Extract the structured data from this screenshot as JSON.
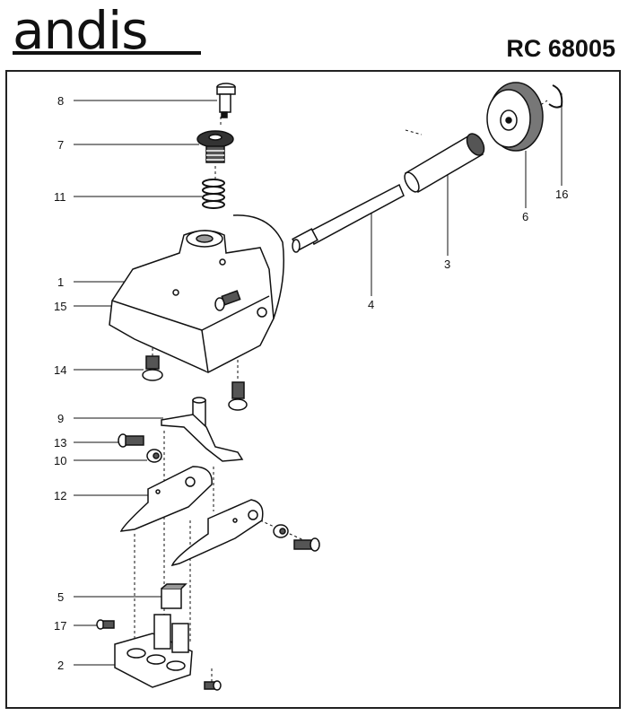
{
  "header": {
    "brand": "andis",
    "model": "RC 68005"
  },
  "callouts": [
    {
      "id": "8",
      "label": "8"
    },
    {
      "id": "7",
      "label": "7"
    },
    {
      "id": "11",
      "label": "11"
    },
    {
      "id": "1",
      "label": "1"
    },
    {
      "id": "15",
      "label": "15"
    },
    {
      "id": "14",
      "label": "14"
    },
    {
      "id": "9",
      "label": "9"
    },
    {
      "id": "13",
      "label": "13"
    },
    {
      "id": "10",
      "label": "10"
    },
    {
      "id": "12",
      "label": "12"
    },
    {
      "id": "5",
      "label": "5"
    },
    {
      "id": "17",
      "label": "17"
    },
    {
      "id": "2",
      "label": "2"
    },
    {
      "id": "4",
      "label": "4"
    },
    {
      "id": "3",
      "label": "3"
    },
    {
      "id": "6",
      "label": "6"
    },
    {
      "id": "16",
      "label": "16"
    }
  ],
  "colors": {
    "ink": "#111111",
    "paper": "#ffffff"
  }
}
